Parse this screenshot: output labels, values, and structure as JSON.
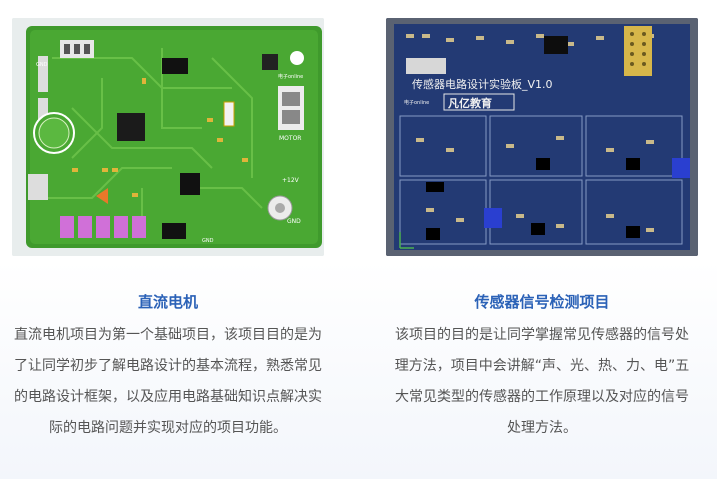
{
  "projects": [
    {
      "title": "直流电机",
      "description": "直流电机项目为第一个基础项目，该项目目的是为了让同学初步了解电路设计的基本流程，熟悉常见的电路设计框架，以及应用电路基础知识点解决实际的电路问题并实现对应的项目功能。",
      "board_labels": {
        "gnd": "GND",
        "motor": "MOTOR",
        "v12": "+12V",
        "gnd2": "GND",
        "gnd3": "GND",
        "brand": "电子online"
      }
    },
    {
      "title": "传感器信号检测项目",
      "description": "该项目的目的是让同学掌握常见传感器的信号处理方法，项目中会讲解“声、光、热、力、电”五大常见类型的传感器的工作原理以及对应的信号处理方法。",
      "board_labels": {
        "board_title": "传感器电路设计实验板_V1.0",
        "logo_text": "凡亿教育",
        "brand": "电子online"
      }
    }
  ]
}
